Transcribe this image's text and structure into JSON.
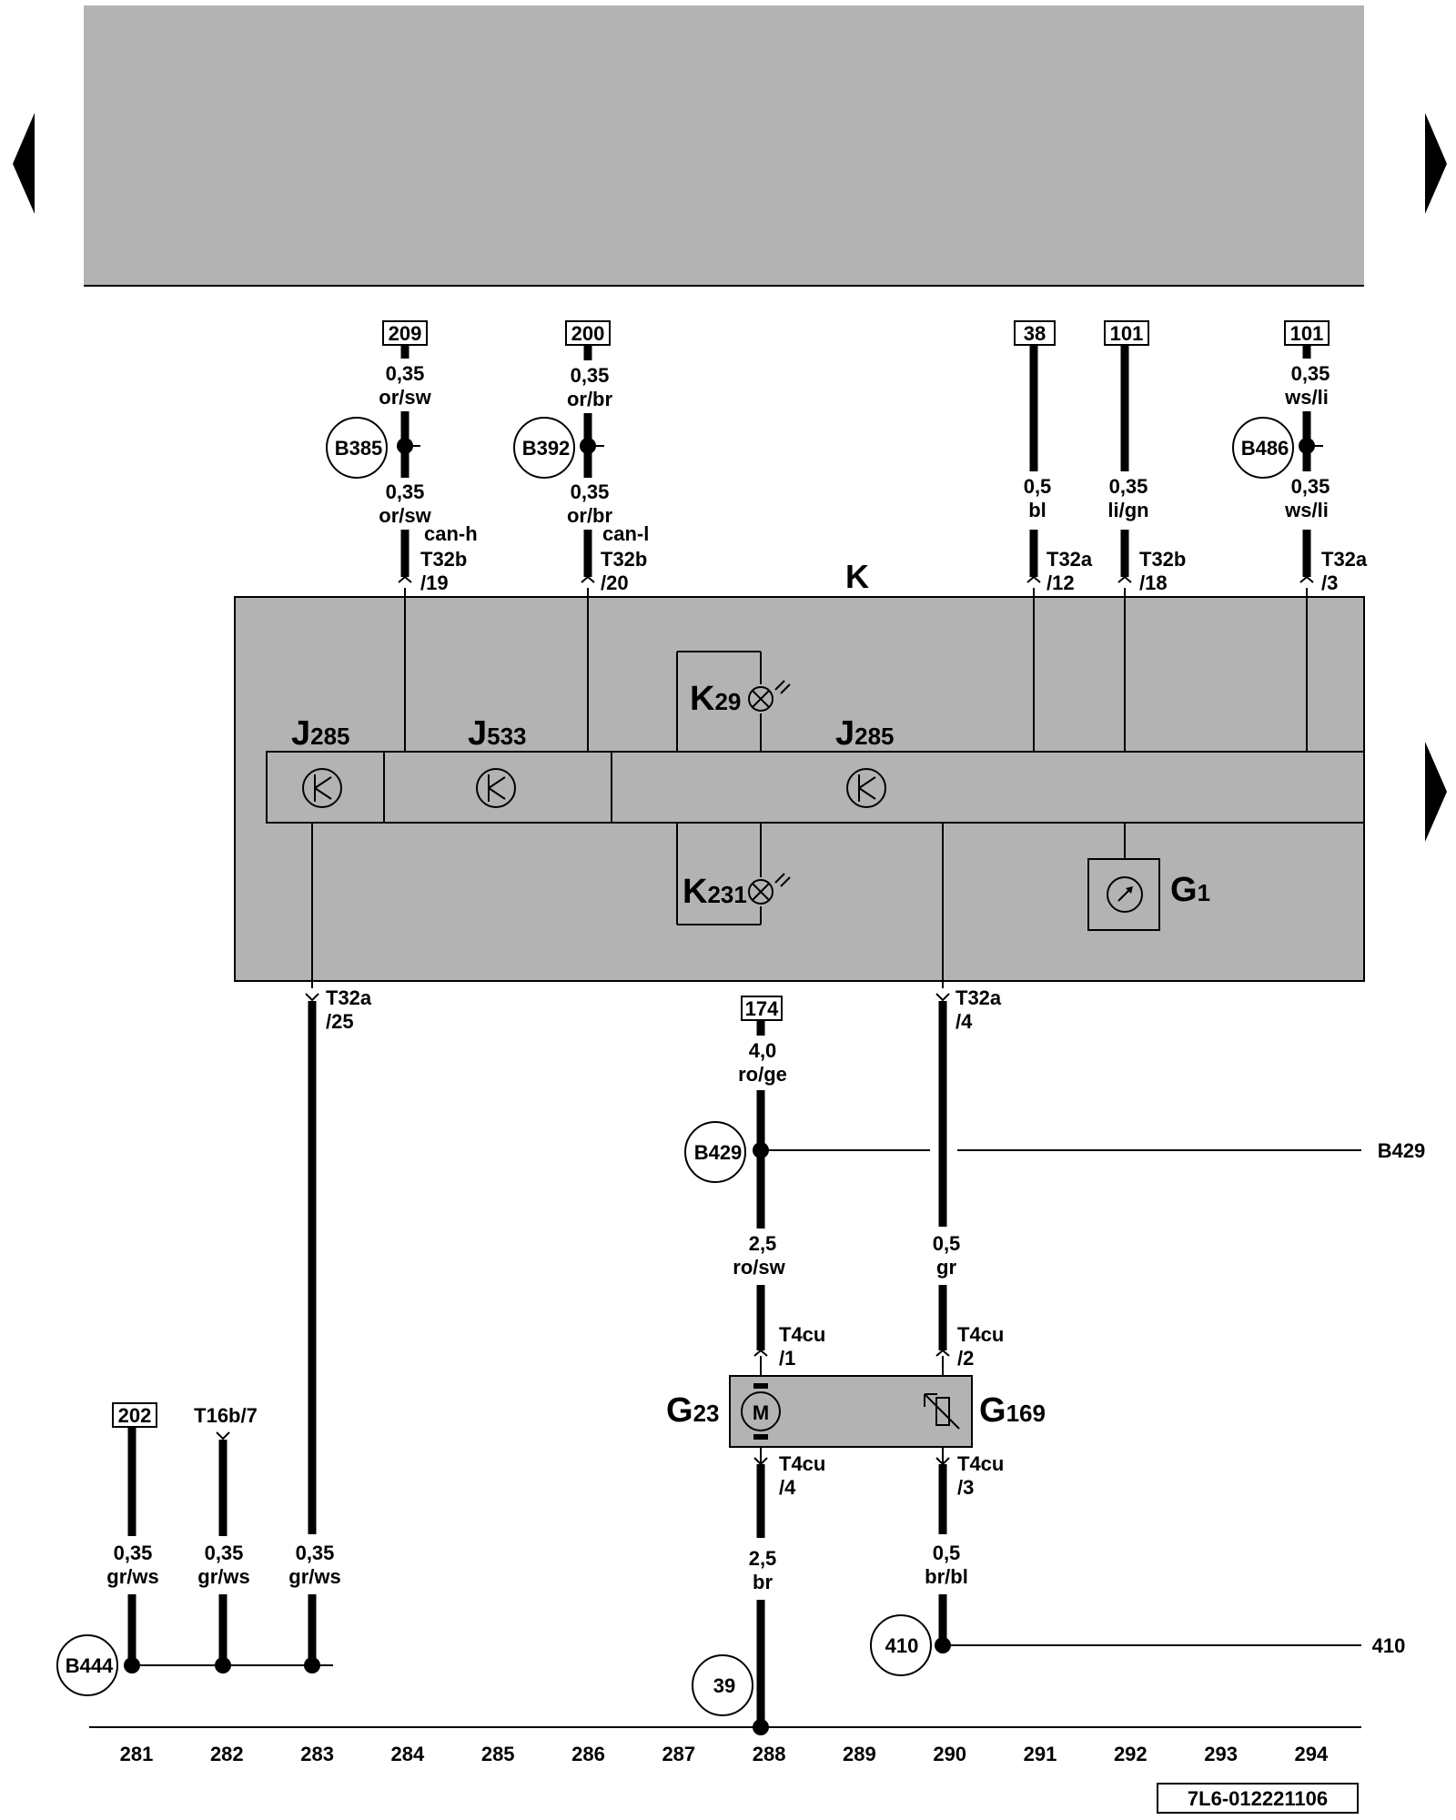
{
  "nav": {
    "prev": "◀",
    "next": "▶",
    "next2": "▶"
  },
  "refs": {
    "r209": "209",
    "r200": "200",
    "r38": "38",
    "r101a": "101",
    "r101b": "101",
    "r174": "174",
    "r202": "202"
  },
  "circles": {
    "b385": "B385",
    "b392": "B392",
    "b486": "B486",
    "b429": "B429",
    "b444": "B444",
    "c410": "410",
    "c39": "39"
  },
  "wires": {
    "w1_top_size": "0,35",
    "w1_top_color": "or/sw",
    "w1_bot_size": "0,35",
    "w1_bot_color": "or/sw",
    "w2_top_size": "0,35",
    "w2_top_color": "or/br",
    "w2_bot_size": "0,35",
    "w2_bot_color": "or/br",
    "w3_size": "0,5",
    "w3_color": "bl",
    "w4_size": "0,35",
    "w4_color": "li/gn",
    "w5_top_size": "0,35",
    "w5_top_color": "ws/li",
    "w5_bot_size": "0,35",
    "w5_bot_color": "ws/li",
    "w6_size": "4,0",
    "w6_color": "ro/ge",
    "w7_size": "2,5",
    "w7_color": "ro/sw",
    "w8_size": "0,5",
    "w8_color": "gr",
    "w9_size": "2,5",
    "w9_color": "br",
    "w10_size": "0,5",
    "w10_color": "br/bl",
    "w11_size": "0,35",
    "w11_color": "gr/ws",
    "w12_size": "0,35",
    "w12_color": "gr/ws",
    "w13_size": "0,35",
    "w13_color": "gr/ws"
  },
  "connectors": {
    "can_h": "can-h",
    "can_l": "can-l",
    "c1a": "T32b",
    "c1b": "/19",
    "c2a": "T32b",
    "c2b": "/20",
    "c3a": "T32a",
    "c3b": "/12",
    "c4a": "T32b",
    "c4b": "/18",
    "c5a": "T32a",
    "c5b": "/3",
    "c6a": "T32a",
    "c6b": "/25",
    "c7a": "T32a",
    "c7b": "/4",
    "c8a": "T4cu",
    "c8b": "/1",
    "c9a": "T4cu",
    "c9b": "/2",
    "c10a": "T4cu",
    "c10b": "/4",
    "c11a": "T4cu",
    "c11b": "/3",
    "t16b": "T16b/7"
  },
  "components": {
    "K": "K",
    "J285a": "J",
    "J285a_sub": "285",
    "J533": "J",
    "J533_sub": "533",
    "J285b": "J",
    "J285b_sub": "285",
    "K29": "K",
    "K29_sub": "29",
    "K231": "K",
    "K231_sub": "231",
    "G1": "G",
    "G1_sub": "1",
    "G23": "G",
    "G23_sub": "23",
    "G169": "G",
    "G169_sub": "169",
    "motor": "M"
  },
  "side_refs": {
    "b429": "B429",
    "r410": "410"
  },
  "tracks": [
    "281",
    "282",
    "283",
    "284",
    "285",
    "286",
    "287",
    "288",
    "289",
    "290",
    "291",
    "292",
    "293",
    "294"
  ],
  "doc_id": "7L6-012221106"
}
